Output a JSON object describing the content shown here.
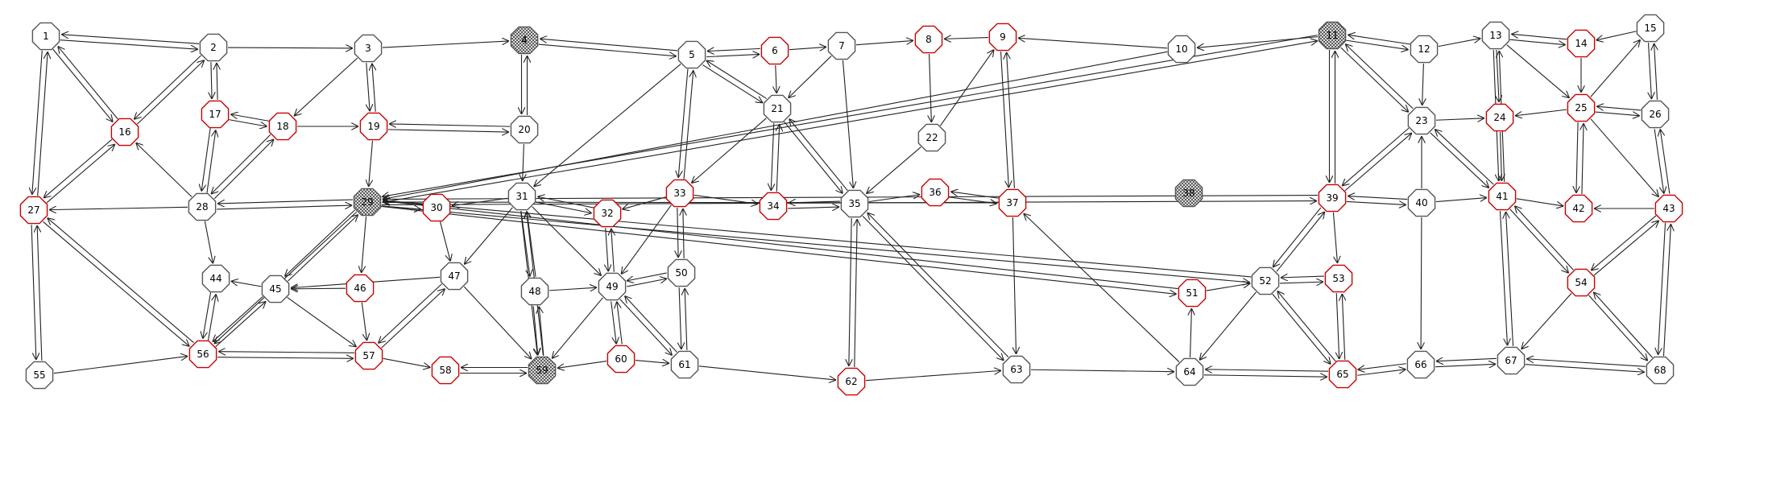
{
  "colors": {
    "normal_stroke": "#555555",
    "normal_fill": "#ffffff",
    "highlight_stroke": "#cc0000",
    "hatched_fill": "#777777",
    "edge": "#222222"
  },
  "nodes": [
    {
      "id": "1",
      "label": "1",
      "style": "normal"
    },
    {
      "id": "2",
      "label": "2",
      "style": "normal"
    },
    {
      "id": "3",
      "label": "3",
      "style": "normal"
    },
    {
      "id": "4",
      "label": "4",
      "style": "hatched"
    },
    {
      "id": "5",
      "label": "5",
      "style": "normal"
    },
    {
      "id": "6",
      "label": "6",
      "style": "highlight"
    },
    {
      "id": "7",
      "label": "7",
      "style": "normal"
    },
    {
      "id": "8",
      "label": "8",
      "style": "highlight"
    },
    {
      "id": "9",
      "label": "9",
      "style": "highlight"
    },
    {
      "id": "10",
      "label": "10",
      "style": "normal"
    },
    {
      "id": "11",
      "label": "11",
      "style": "hatched"
    },
    {
      "id": "12",
      "label": "12",
      "style": "normal"
    },
    {
      "id": "13",
      "label": "13",
      "style": "normal"
    },
    {
      "id": "14",
      "label": "14",
      "style": "highlight"
    },
    {
      "id": "15",
      "label": "15",
      "style": "normal"
    },
    {
      "id": "16",
      "label": "16",
      "style": "highlight"
    },
    {
      "id": "17",
      "label": "17",
      "style": "highlight"
    },
    {
      "id": "18",
      "label": "18",
      "style": "highlight"
    },
    {
      "id": "19",
      "label": "19",
      "style": "highlight"
    },
    {
      "id": "20",
      "label": "20",
      "style": "normal"
    },
    {
      "id": "21",
      "label": "21",
      "style": "normal"
    },
    {
      "id": "22",
      "label": "22",
      "style": "normal"
    },
    {
      "id": "23",
      "label": "23",
      "style": "normal"
    },
    {
      "id": "24",
      "label": "24",
      "style": "highlight"
    },
    {
      "id": "25",
      "label": "25",
      "style": "highlight"
    },
    {
      "id": "26",
      "label": "26",
      "style": "normal"
    },
    {
      "id": "27",
      "label": "27",
      "style": "highlight"
    },
    {
      "id": "28",
      "label": "28",
      "style": "normal"
    },
    {
      "id": "29",
      "label": "29",
      "style": "hatched"
    },
    {
      "id": "30",
      "label": "30",
      "style": "highlight"
    },
    {
      "id": "31",
      "label": "31",
      "style": "normal"
    },
    {
      "id": "32",
      "label": "32",
      "style": "highlight"
    },
    {
      "id": "33",
      "label": "33",
      "style": "highlight"
    },
    {
      "id": "34",
      "label": "34",
      "style": "highlight"
    },
    {
      "id": "35",
      "label": "35",
      "style": "normal"
    },
    {
      "id": "36",
      "label": "36",
      "style": "highlight"
    },
    {
      "id": "37",
      "label": "37",
      "style": "highlight"
    },
    {
      "id": "38",
      "label": "38",
      "style": "hatched"
    },
    {
      "id": "39",
      "label": "39",
      "style": "highlight"
    },
    {
      "id": "40",
      "label": "40",
      "style": "normal"
    },
    {
      "id": "41",
      "label": "41",
      "style": "highlight"
    },
    {
      "id": "42",
      "label": "42",
      "style": "highlight"
    },
    {
      "id": "43",
      "label": "43",
      "style": "highlight"
    },
    {
      "id": "44",
      "label": "44",
      "style": "normal"
    },
    {
      "id": "45",
      "label": "45",
      "style": "normal"
    },
    {
      "id": "46",
      "label": "46",
      "style": "highlight"
    },
    {
      "id": "47",
      "label": "47",
      "style": "normal"
    },
    {
      "id": "48",
      "label": "48",
      "style": "normal"
    },
    {
      "id": "49",
      "label": "49",
      "style": "normal"
    },
    {
      "id": "50",
      "label": "50",
      "style": "normal"
    },
    {
      "id": "51",
      "label": "51",
      "style": "highlight"
    },
    {
      "id": "52",
      "label": "52",
      "style": "normal"
    },
    {
      "id": "53",
      "label": "53",
      "style": "highlight"
    },
    {
      "id": "54",
      "label": "54",
      "style": "highlight"
    },
    {
      "id": "55",
      "label": "55",
      "style": "normal"
    },
    {
      "id": "56",
      "label": "56",
      "style": "highlight"
    },
    {
      "id": "57",
      "label": "57",
      "style": "highlight"
    },
    {
      "id": "58",
      "label": "58",
      "style": "highlight"
    },
    {
      "id": "59",
      "label": "59",
      "style": "hatched"
    },
    {
      "id": "60",
      "label": "60",
      "style": "highlight"
    },
    {
      "id": "61",
      "label": "61",
      "style": "normal"
    },
    {
      "id": "62",
      "label": "62",
      "style": "highlight"
    },
    {
      "id": "63",
      "label": "63",
      "style": "normal"
    },
    {
      "id": "64",
      "label": "64",
      "style": "normal"
    },
    {
      "id": "65",
      "label": "65",
      "style": "highlight"
    },
    {
      "id": "66",
      "label": "66",
      "style": "normal"
    },
    {
      "id": "67",
      "label": "67",
      "style": "normal"
    },
    {
      "id": "68",
      "label": "68",
      "style": "normal"
    }
  ],
  "edges": [
    [
      "1",
      "2"
    ],
    [
      "2",
      "1"
    ],
    [
      "1",
      "16"
    ],
    [
      "16",
      "1"
    ],
    [
      "1",
      "27"
    ],
    [
      "27",
      "1"
    ],
    [
      "2",
      "3"
    ],
    [
      "2",
      "16"
    ],
    [
      "16",
      "2"
    ],
    [
      "2",
      "17"
    ],
    [
      "17",
      "2"
    ],
    [
      "3",
      "4"
    ],
    [
      "3",
      "19"
    ],
    [
      "19",
      "3"
    ],
    [
      "3",
      "18"
    ],
    [
      "4",
      "5"
    ],
    [
      "5",
      "4"
    ],
    [
      "4",
      "20"
    ],
    [
      "20",
      "4"
    ],
    [
      "5",
      "6"
    ],
    [
      "6",
      "5"
    ],
    [
      "5",
      "21"
    ],
    [
      "21",
      "5"
    ],
    [
      "5",
      "33"
    ],
    [
      "33",
      "5"
    ],
    [
      "5",
      "31"
    ],
    [
      "6",
      "7"
    ],
    [
      "6",
      "21"
    ],
    [
      "7",
      "21"
    ],
    [
      "7",
      "8"
    ],
    [
      "7",
      "35"
    ],
    [
      "9",
      "8"
    ],
    [
      "8",
      "22"
    ],
    [
      "10",
      "9"
    ],
    [
      "9",
      "37"
    ],
    [
      "37",
      "9"
    ],
    [
      "22",
      "9"
    ],
    [
      "11",
      "10"
    ],
    [
      "10",
      "29"
    ],
    [
      "11",
      "12"
    ],
    [
      "12",
      "11"
    ],
    [
      "11",
      "29"
    ],
    [
      "29",
      "11"
    ],
    [
      "11",
      "39"
    ],
    [
      "39",
      "11"
    ],
    [
      "11",
      "23"
    ],
    [
      "23",
      "11"
    ],
    [
      "12",
      "13"
    ],
    [
      "12",
      "23"
    ],
    [
      "13",
      "14"
    ],
    [
      "14",
      "13"
    ],
    [
      "13",
      "24"
    ],
    [
      "13",
      "25"
    ],
    [
      "13",
      "41"
    ],
    [
      "41",
      "13"
    ],
    [
      "15",
      "14"
    ],
    [
      "14",
      "25"
    ],
    [
      "15",
      "26"
    ],
    [
      "26",
      "15"
    ],
    [
      "25",
      "15"
    ],
    [
      "16",
      "27"
    ],
    [
      "27",
      "16"
    ],
    [
      "17",
      "18"
    ],
    [
      "18",
      "17"
    ],
    [
      "17",
      "28"
    ],
    [
      "28",
      "17"
    ],
    [
      "18",
      "19"
    ],
    [
      "18",
      "28"
    ],
    [
      "28",
      "18"
    ],
    [
      "19",
      "20"
    ],
    [
      "20",
      "19"
    ],
    [
      "19",
      "29"
    ],
    [
      "20",
      "31"
    ],
    [
      "21",
      "33"
    ],
    [
      "21",
      "34"
    ],
    [
      "34",
      "21"
    ],
    [
      "21",
      "35"
    ],
    [
      "35",
      "21"
    ],
    [
      "22",
      "35"
    ],
    [
      "23",
      "24"
    ],
    [
      "23",
      "39"
    ],
    [
      "39",
      "23"
    ],
    [
      "23",
      "41"
    ],
    [
      "41",
      "23"
    ],
    [
      "40",
      "23"
    ],
    [
      "24",
      "41"
    ],
    [
      "25",
      "24"
    ],
    [
      "25",
      "42"
    ],
    [
      "42",
      "25"
    ],
    [
      "25",
      "26"
    ],
    [
      "26",
      "25"
    ],
    [
      "25",
      "43"
    ],
    [
      "26",
      "43"
    ],
    [
      "43",
      "26"
    ],
    [
      "28",
      "27"
    ],
    [
      "27",
      "55"
    ],
    [
      "55",
      "27"
    ],
    [
      "27",
      "56"
    ],
    [
      "56",
      "27"
    ],
    [
      "28",
      "44"
    ],
    [
      "28",
      "29"
    ],
    [
      "29",
      "28"
    ],
    [
      "28",
      "16"
    ],
    [
      "29",
      "30"
    ],
    [
      "30",
      "29"
    ],
    [
      "29",
      "45"
    ],
    [
      "45",
      "29"
    ],
    [
      "29",
      "46"
    ],
    [
      "29",
      "56"
    ],
    [
      "31",
      "30"
    ],
    [
      "30",
      "47"
    ],
    [
      "31",
      "32"
    ],
    [
      "32",
      "31"
    ],
    [
      "31",
      "47"
    ],
    [
      "31",
      "48"
    ],
    [
      "48",
      "31"
    ],
    [
      "31",
      "49"
    ],
    [
      "31",
      "59"
    ],
    [
      "59",
      "31"
    ],
    [
      "33",
      "32"
    ],
    [
      "32",
      "49"
    ],
    [
      "49",
      "32"
    ],
    [
      "33",
      "34"
    ],
    [
      "33",
      "49"
    ],
    [
      "33",
      "50"
    ],
    [
      "50",
      "33"
    ],
    [
      "35",
      "34"
    ],
    [
      "34",
      "35"
    ],
    [
      "35",
      "36"
    ],
    [
      "36",
      "37"
    ],
    [
      "37",
      "36"
    ],
    [
      "35",
      "62"
    ],
    [
      "62",
      "35"
    ],
    [
      "35",
      "63"
    ],
    [
      "63",
      "35"
    ],
    [
      "37",
      "29"
    ],
    [
      "37",
      "63"
    ],
    [
      "64",
      "37"
    ],
    [
      "29",
      "39"
    ],
    [
      "39",
      "29"
    ],
    [
      "29",
      "51"
    ],
    [
      "51",
      "29"
    ],
    [
      "29",
      "52"
    ],
    [
      "52",
      "29"
    ],
    [
      "39",
      "40"
    ],
    [
      "40",
      "39"
    ],
    [
      "39",
      "52"
    ],
    [
      "52",
      "39"
    ],
    [
      "39",
      "53"
    ],
    [
      "40",
      "41"
    ],
    [
      "40",
      "66"
    ],
    [
      "41",
      "42"
    ],
    [
      "41",
      "67"
    ],
    [
      "67",
      "41"
    ],
    [
      "41",
      "54"
    ],
    [
      "54",
      "41"
    ],
    [
      "43",
      "42"
    ],
    [
      "43",
      "54"
    ],
    [
      "54",
      "43"
    ],
    [
      "43",
      "68"
    ],
    [
      "68",
      "43"
    ],
    [
      "44",
      "56"
    ],
    [
      "56",
      "44"
    ],
    [
      "45",
      "44"
    ],
    [
      "45",
      "56"
    ],
    [
      "56",
      "45"
    ],
    [
      "45",
      "57"
    ],
    [
      "46",
      "45"
    ],
    [
      "46",
      "57"
    ],
    [
      "47",
      "45"
    ],
    [
      "47",
      "57"
    ],
    [
      "57",
      "47"
    ],
    [
      "47",
      "59"
    ],
    [
      "48",
      "59"
    ],
    [
      "59",
      "48"
    ],
    [
      "48",
      "49"
    ],
    [
      "49",
      "50"
    ],
    [
      "50",
      "49"
    ],
    [
      "49",
      "60"
    ],
    [
      "60",
      "49"
    ],
    [
      "49",
      "61"
    ],
    [
      "61",
      "49"
    ],
    [
      "49",
      "59"
    ],
    [
      "50",
      "61"
    ],
    [
      "61",
      "50"
    ],
    [
      "60",
      "59"
    ],
    [
      "60",
      "61"
    ],
    [
      "61",
      "62"
    ],
    [
      "51",
      "52"
    ],
    [
      "53",
      "52"
    ],
    [
      "52",
      "53"
    ],
    [
      "52",
      "64"
    ],
    [
      "52",
      "65"
    ],
    [
      "65",
      "52"
    ],
    [
      "53",
      "65"
    ],
    [
      "65",
      "53"
    ],
    [
      "54",
      "67"
    ],
    [
      "54",
      "68"
    ],
    [
      "68",
      "54"
    ],
    [
      "55",
      "56"
    ],
    [
      "56",
      "57"
    ],
    [
      "57",
      "56"
    ],
    [
      "57",
      "58"
    ],
    [
      "58",
      "59"
    ],
    [
      "59",
      "58"
    ],
    [
      "62",
      "63"
    ],
    [
      "63",
      "64"
    ],
    [
      "64",
      "51"
    ],
    [
      "64",
      "65"
    ],
    [
      "65",
      "64"
    ],
    [
      "65",
      "66"
    ],
    [
      "66",
      "65"
    ],
    [
      "66",
      "67"
    ],
    [
      "67",
      "66"
    ],
    [
      "67",
      "68"
    ],
    [
      "68",
      "67"
    ]
  ]
}
